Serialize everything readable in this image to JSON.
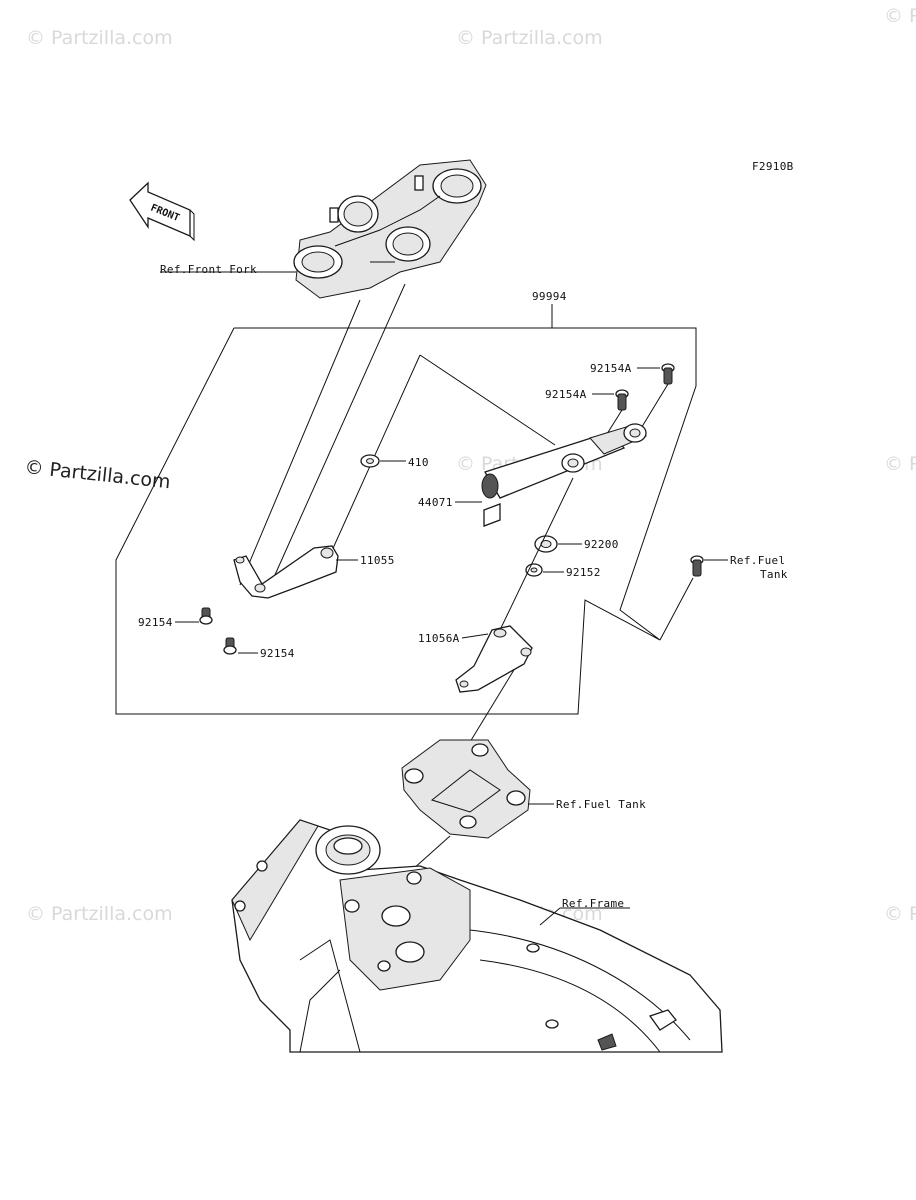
{
  "figure_code": "F2910B",
  "front_arrow_label": "FRONT",
  "watermarks": {
    "light": "© Partzilla.com",
    "dark": "© Partzilla.com"
  },
  "labels": {
    "ref_front_fork": "Ref.Front Fork",
    "kit_99994": "99994",
    "bolt_92154A_top": "92154A",
    "bolt_92154A_mid": "92154A",
    "washer_410": "410",
    "damper_44071": "44071",
    "bushing_92200": "92200",
    "collar_92152": "92152",
    "bracket_11055": "11055",
    "ref_fuel_tank_side_1": "Ref.Fuel",
    "ref_fuel_tank_side_2": "Tank",
    "bolt_92154_left": "92154",
    "bolt_92154_lower": "92154",
    "bracket_11056A": "11056A",
    "ref_fuel_tank_lower": "Ref.Fuel Tank",
    "ref_frame": "Ref.Frame"
  }
}
